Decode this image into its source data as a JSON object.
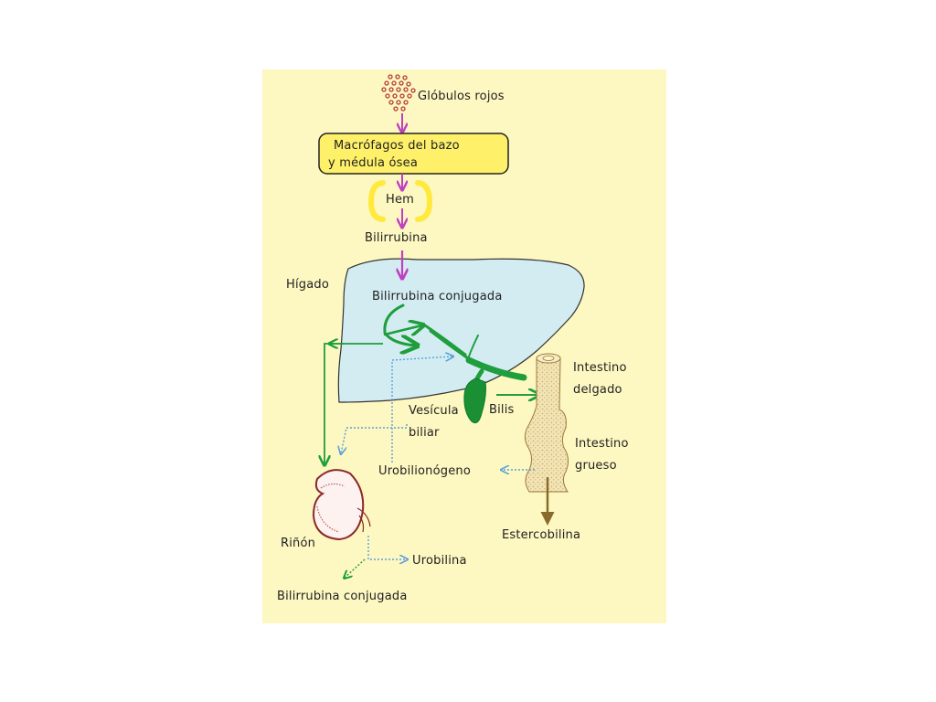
{
  "labels": {
    "globulos_rojos": "Glóbulos rojos",
    "macrofagos_line1": "Macrófagos del bazo",
    "macrofagos_line2": "y médula ósea",
    "hem": "Hem",
    "bilirrubina": "Bilirrubina",
    "higado": "Hígado",
    "bilirrubina_conjugada_higado": "Bilirrubina conjugada",
    "intestino_delgado_line1": "Intestino",
    "intestino_delgado_line2": "delgado",
    "vesicula_line1": "Vesícula",
    "vesicula_line2": "biliar",
    "bilis": "Bilis",
    "intestino_grueso_line1": "Intestino",
    "intestino_grueso_line2": "grueso",
    "urobilinogeno": "Urobilionógeno",
    "estercobilina": "Estercobilina",
    "rinon": "Riñón",
    "urobilina": "Urobilina",
    "bilirrubina_conjugada_orina": "Bilirrubina conjugada"
  },
  "colors": {
    "background": "#fdf7c1",
    "box_fill": "#fff06a",
    "hem_bracket": "#ffe93a",
    "magenta_arrow": "#c040c0",
    "liver_fill": "#d3ecf1",
    "bile_green": "#1e9e3c",
    "dotted_blue": "#5aa0d8",
    "intestine_fill": "#f2e4b4",
    "intestine_dots": "#c8a46a",
    "kidney_outline": "#8a2a2a",
    "estercobilina_arrow": "#8a6a2a"
  }
}
